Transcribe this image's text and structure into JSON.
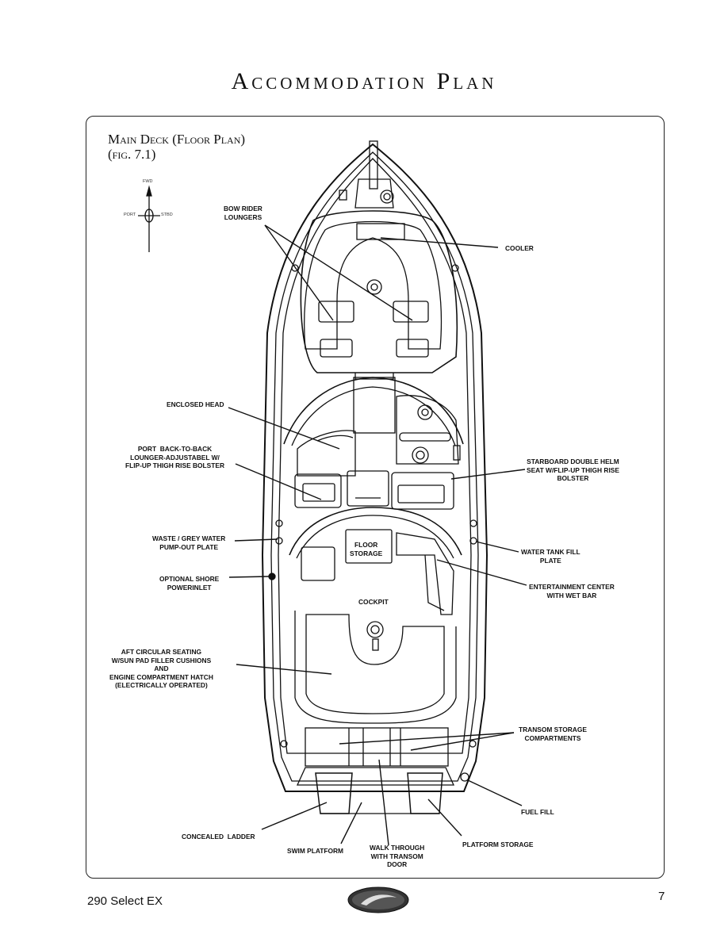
{
  "page": {
    "title": "Accommodation Plan",
    "figure_title": "Main Deck (Floor Plan)",
    "figure_ref": "(fig. 7.1)",
    "footer_model": "290 Select EX",
    "page_number": "7"
  },
  "compass": {
    "fwd": "FWD",
    "port": "PORT",
    "stbd": "STBD"
  },
  "callouts": {
    "bow_rider_loungers": "BOW RIDER\nLOUNGERS",
    "cooler": "COOLER",
    "enclosed_head": "ENCLOSED HEAD",
    "port_lounger": "PORT  BACK-TO-BACK\nLOUNGER-ADJUSTABEL W/\nFLIP-UP THIGH RISE BOLSTER",
    "starboard_helm": "STARBOARD DOUBLE HELM\nSEAT W/FLIP-UP THIGH RISE\nBOLSTER",
    "waste_pumpout": "WASTE / GREY WATER\nPUMP-OUT PLATE",
    "water_tank_fill": "WATER TANK FILL\nPLATE",
    "shore_power": "OPTIONAL SHORE\nPOWERINLET",
    "entertainment_center": "ENTERTAINMENT CENTER\nWITH WET BAR",
    "aft_seating": "AFT CIRCULAR SEATING\nW/SUN PAD FILLER CUSHIONS\nAND\nENGINE COMPARTMENT HATCH\n(ELECTRICALLY OPERATED)",
    "transom_storage": "TRANSOM STORAGE\nCOMPARTMENTS",
    "fuel_fill": "FUEL FILL",
    "concealed_ladder": "CONCEALED  LADDER",
    "swim_platform": "SWIM PLATFORM",
    "walk_through": "WALK THROUGH\nWITH TRANSOM\nDOOR",
    "platform_storage": "PLATFORM STORAGE",
    "floor_storage": "FLOOR\nSTORAGE",
    "cockpit": "COCKPIT"
  }
}
